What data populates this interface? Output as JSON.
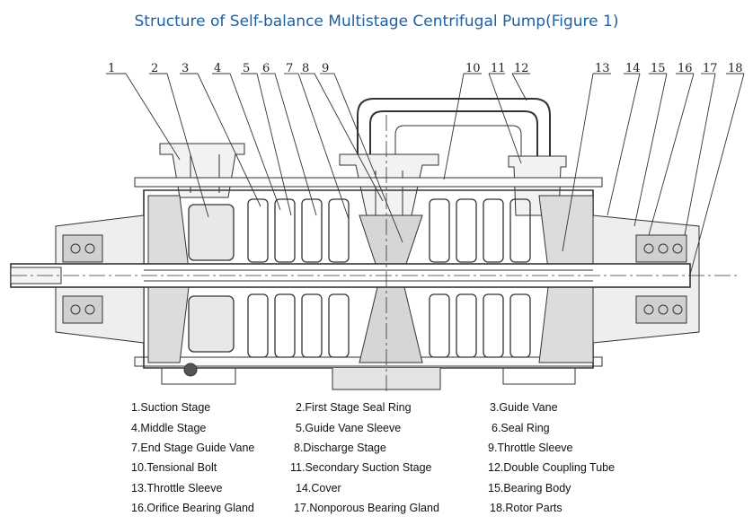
{
  "title": "Structure of Self-balance Multistage Centrifugal Pump(Figure 1)",
  "callouts": [
    "1",
    "2",
    "3",
    "4",
    "5",
    "6",
    "7",
    "8",
    "9",
    "10",
    "11",
    "12",
    "13",
    "14",
    "15",
    "16",
    "17",
    "18"
  ],
  "parts": [
    "1.Suction Stage",
    "2.First Stage Seal Ring",
    "3.Guide Vane",
    "4.Middle Stage",
    "5.Guide Vane Sleeve",
    "6.Seal Ring",
    "7.End Stage Guide Vane",
    "8.Discharge Stage",
    "9.Throttle Sleeve",
    "10.Tensional Bolt",
    "11.Secondary Suction Stage",
    "12.Double Coupling Tube",
    "13.Throttle Sleeve",
    "14.Cover",
    "15.Bearing Body",
    "16.Orifice Bearing Gland",
    "17.Nonporous Bearing Gland",
    "18.Rotor Parts"
  ]
}
